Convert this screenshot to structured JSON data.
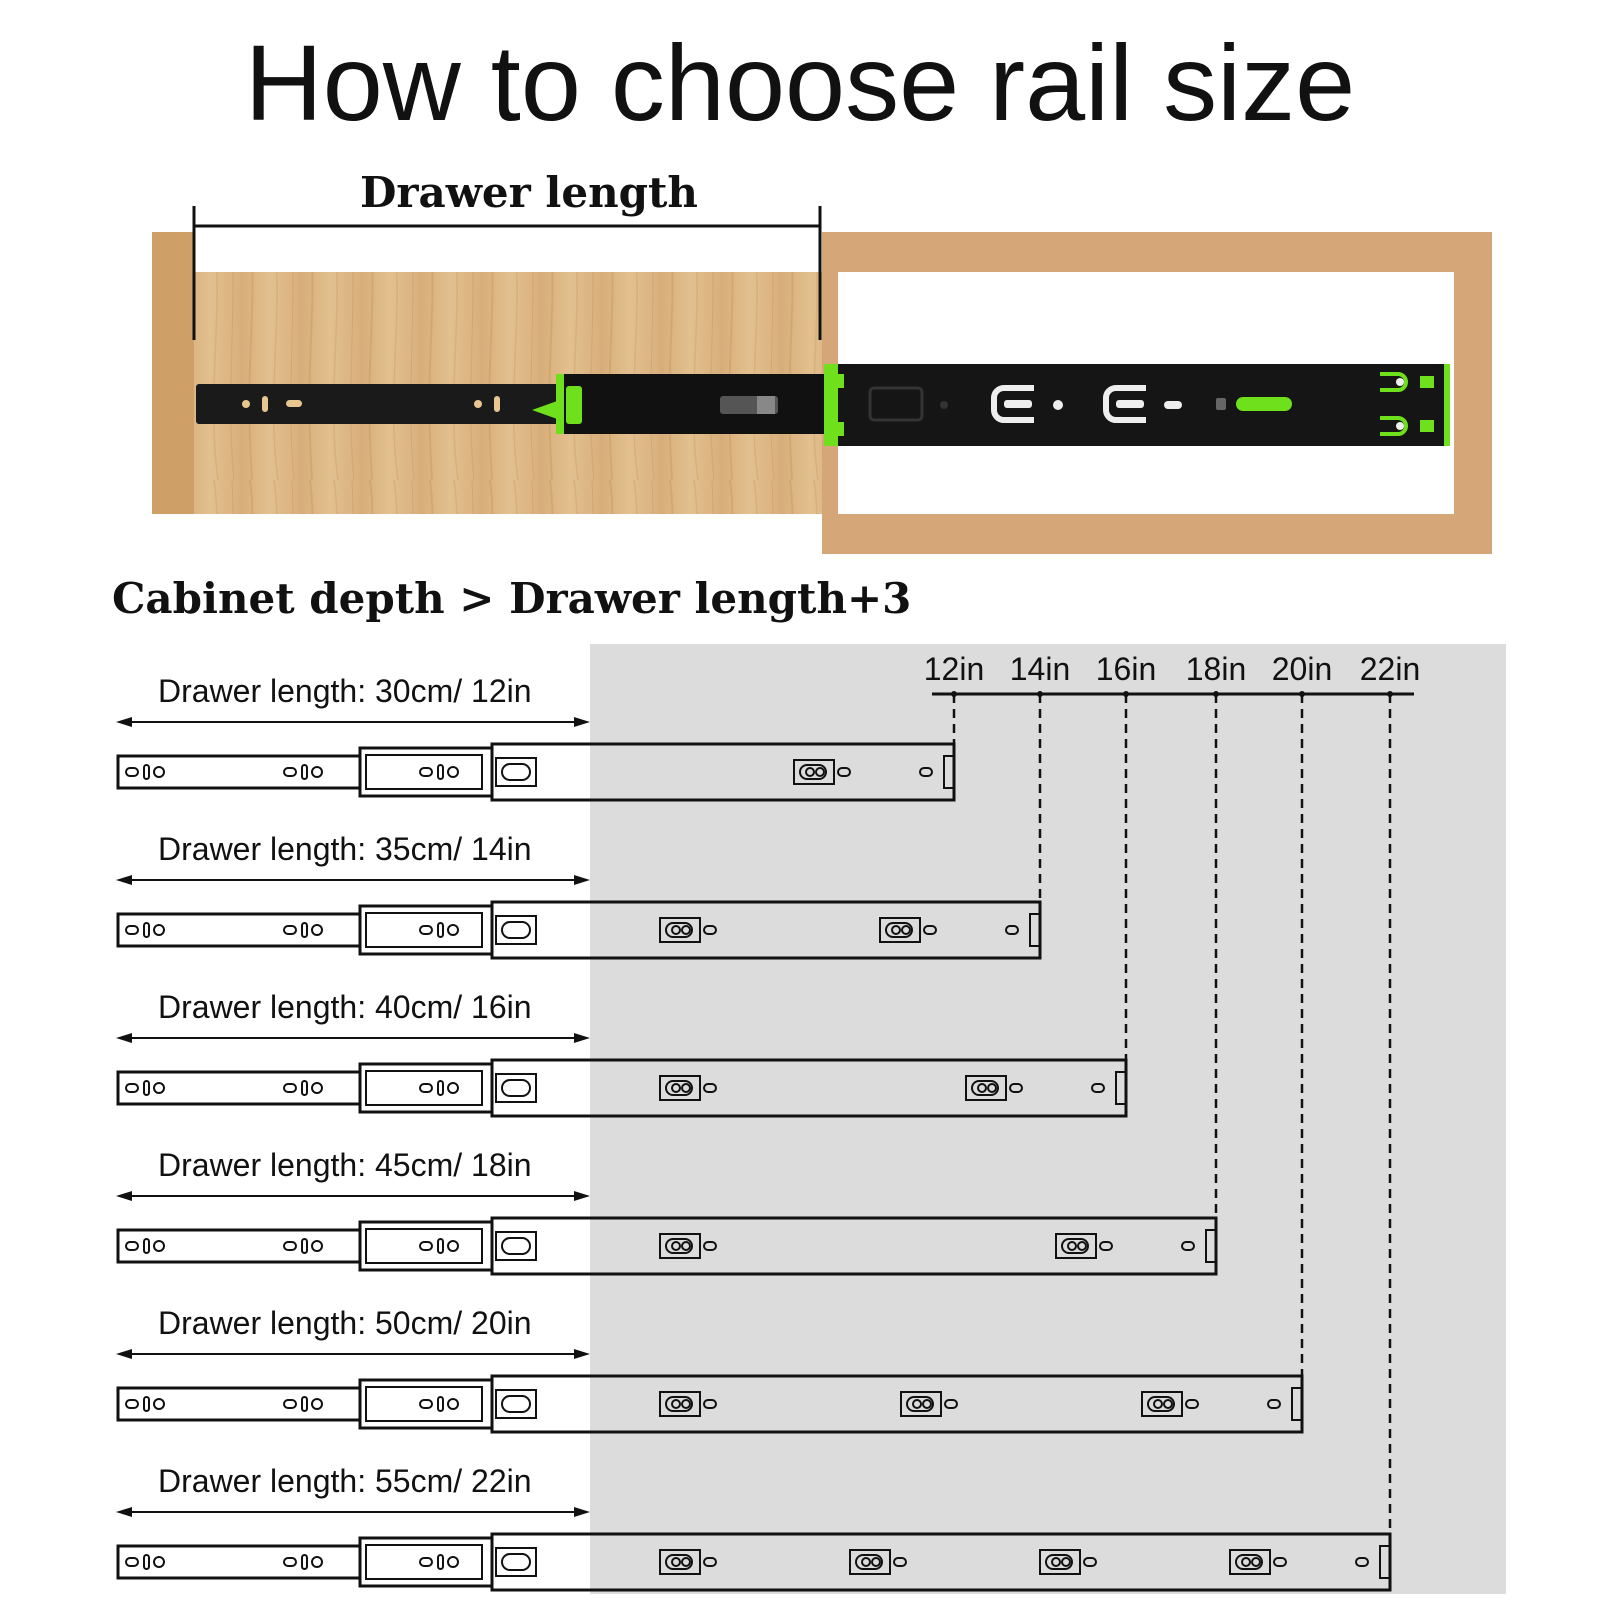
{
  "title": "How to choose rail size",
  "drawer_length_label": "Drawer length",
  "cabinet_rule": "Cabinet depth > Drawer length+3",
  "scale_ticks": [
    "12in",
    "14in",
    "16in",
    "18in",
    "20in",
    "22in"
  ],
  "rows": [
    {
      "label": "Drawer length: 30cm/ 12in",
      "inches": 12,
      "holes": 1
    },
    {
      "label": "Drawer length: 35cm/ 14in",
      "inches": 14,
      "holes": 2
    },
    {
      "label": "Drawer length: 40cm/ 16in",
      "inches": 16,
      "holes": 2
    },
    {
      "label": "Drawer length: 45cm/ 18in",
      "inches": 18,
      "holes": 2
    },
    {
      "label": "Drawer length: 50cm/ 20in",
      "inches": 20,
      "holes": 3
    },
    {
      "label": "Drawer length: 55cm/ 22in",
      "inches": 22,
      "holes": 4
    }
  ],
  "colors": {
    "wood": "#d9b27f",
    "frame": "#d4a678",
    "rail": "#1a1a1a",
    "accent_green": "#6ee01c",
    "panel_gray": "#dcdcdc"
  }
}
